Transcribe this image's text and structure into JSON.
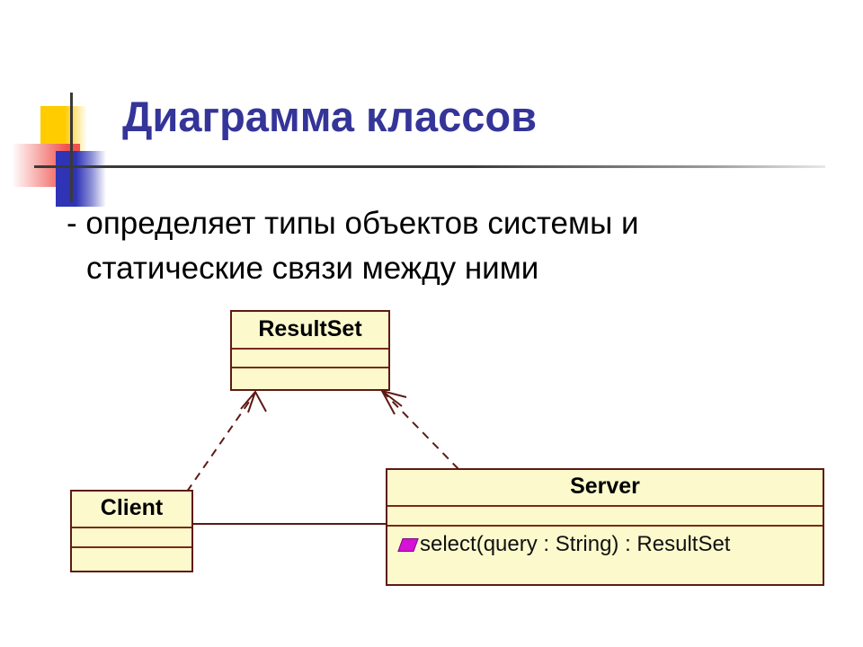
{
  "slide": {
    "title": "Диаграмма классов",
    "body_lines": [
      "- определяет типы объектов системы и",
      "статические связи между ними"
    ],
    "title_color": "#343499",
    "body_color": "#000000"
  },
  "decoration": {
    "yellow_color": "#FFCC00",
    "red_color": "#F2504B",
    "blue_color": "#2F33B5",
    "rule_color": "#3A3A3A"
  },
  "diagram": {
    "type": "uml-class-diagram",
    "fill_color": "#FCFACD",
    "border_color": "#5E1A14",
    "classes": [
      {
        "id": "resultset",
        "name": "ResultSet",
        "attributes": [],
        "operations": []
      },
      {
        "id": "client",
        "name": "Client",
        "attributes": [],
        "operations": []
      },
      {
        "id": "server",
        "name": "Server",
        "attributes": [],
        "operations": [
          {
            "icon": "operation-diamond-icon",
            "icon_color": "#D612D6",
            "signature": "select(query : String) : ResultSet"
          }
        ]
      }
    ],
    "relationships": [
      {
        "kind": "dependency",
        "style": "dashed",
        "arrowhead": "open",
        "from": "client",
        "to": "resultset"
      },
      {
        "kind": "dependency",
        "style": "dashed",
        "arrowhead": "open",
        "from": "server",
        "to": "resultset"
      },
      {
        "kind": "association",
        "style": "solid",
        "arrowhead": "none",
        "from": "client",
        "to": "server"
      }
    ]
  }
}
